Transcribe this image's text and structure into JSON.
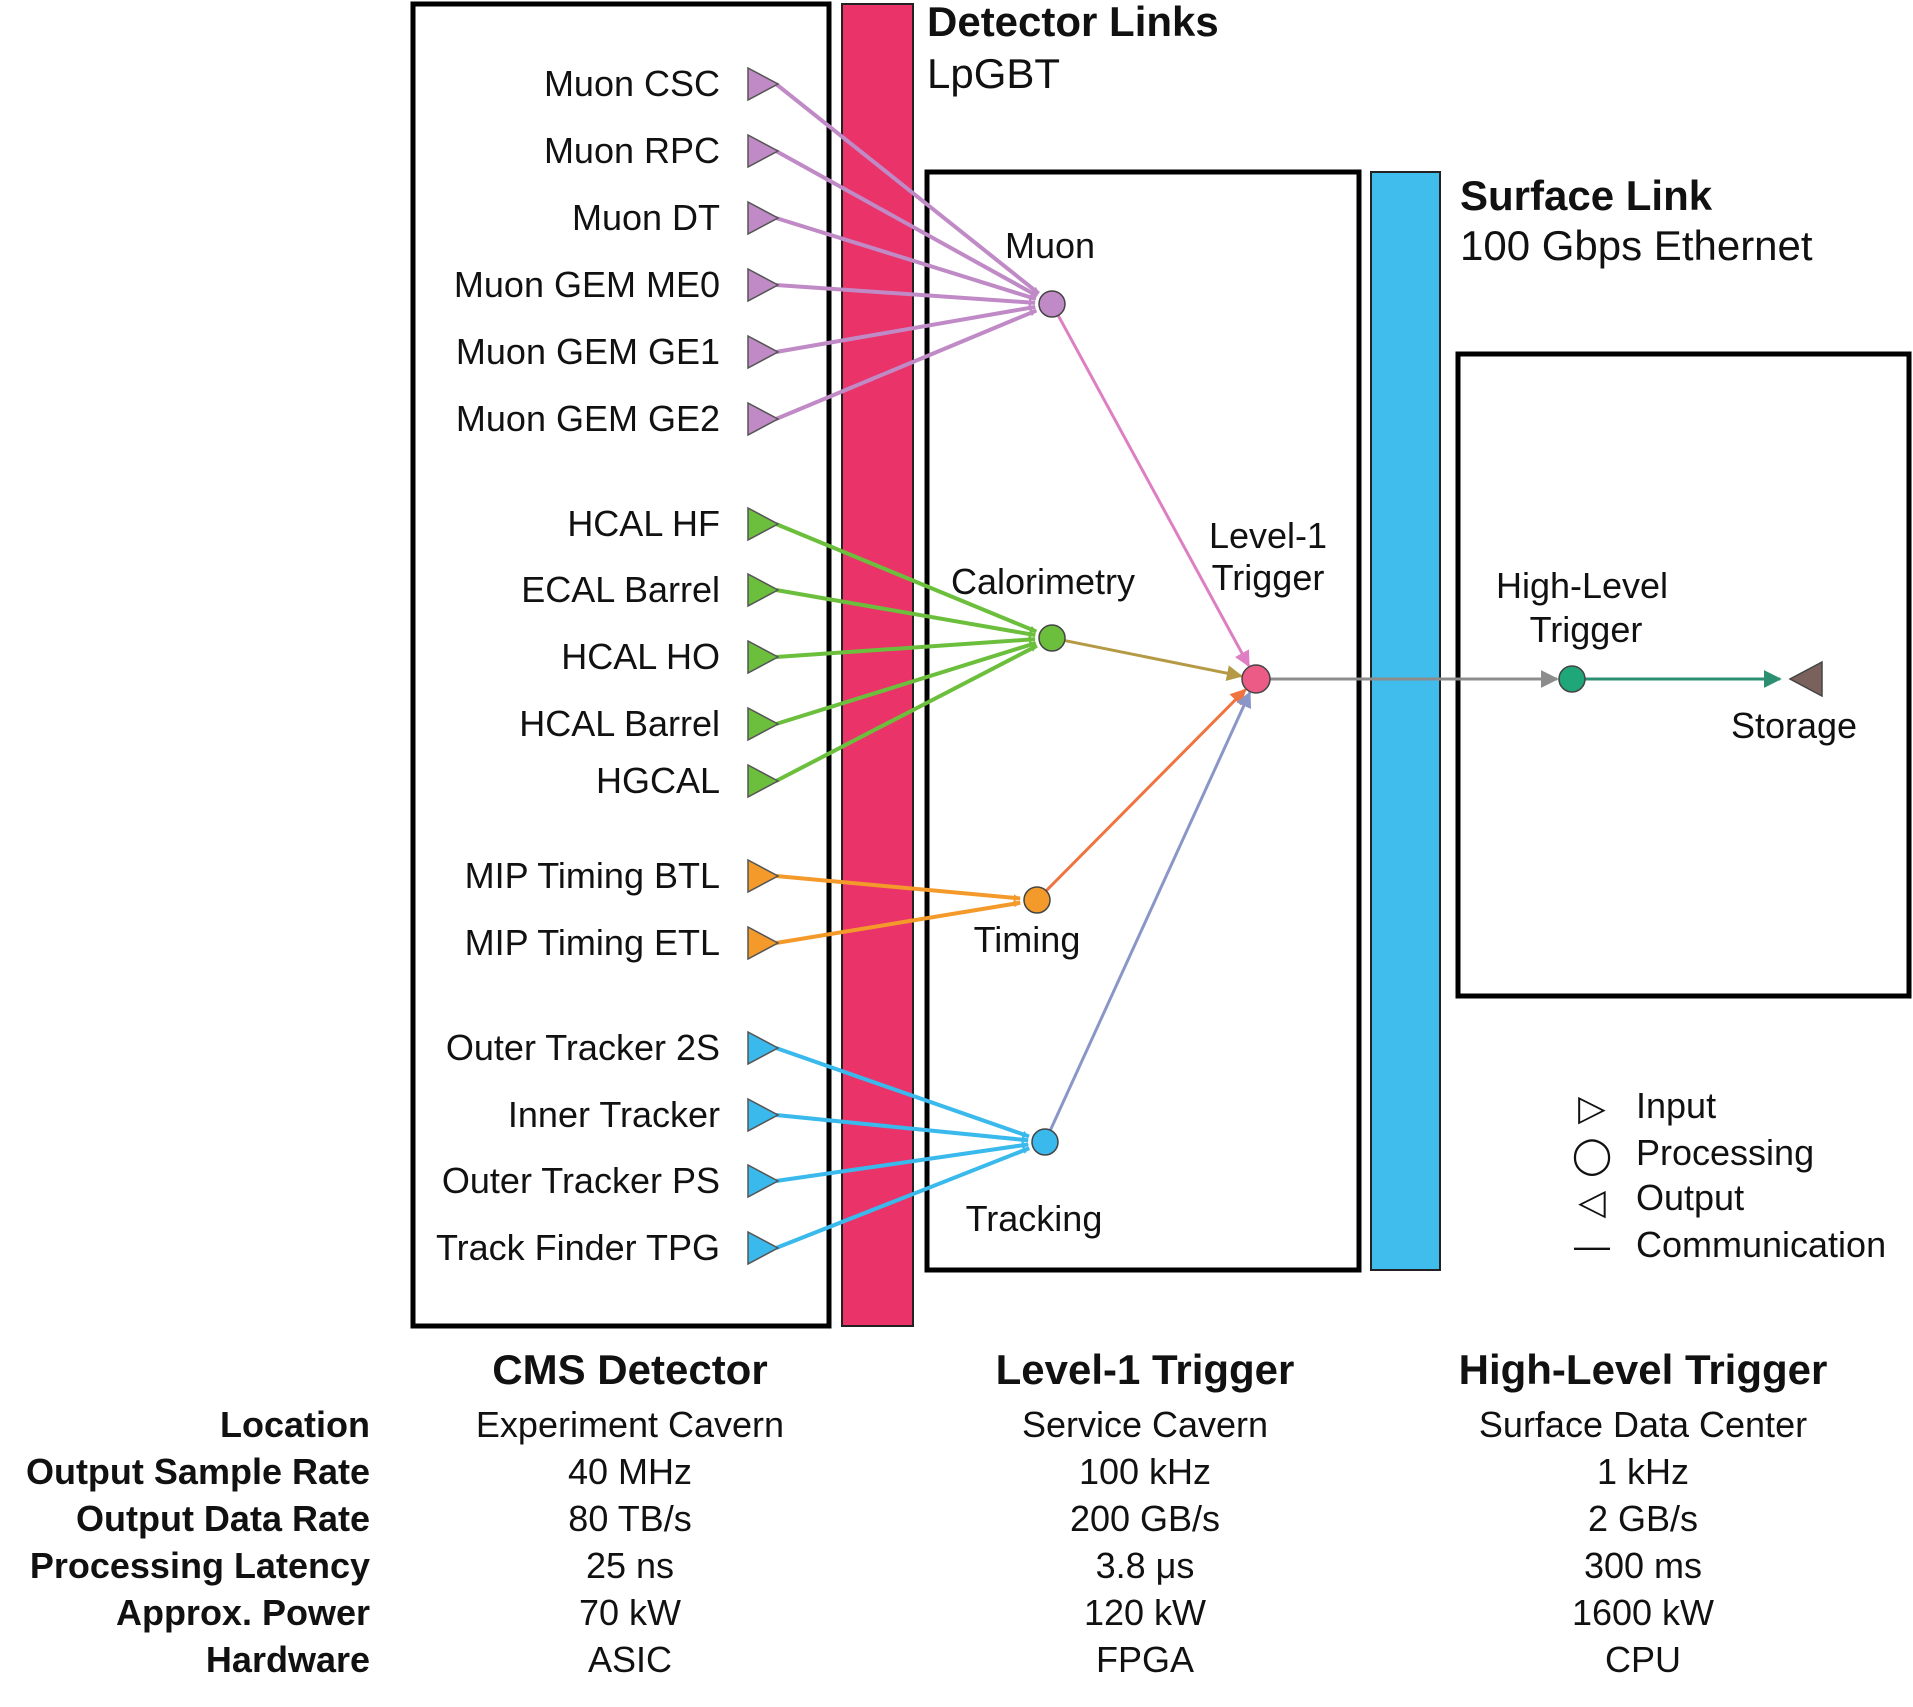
{
  "detector_links": {
    "title": "Detector Links",
    "subtitle": "LpGBT"
  },
  "surface_link": {
    "title": "Surface Link",
    "subtitle": "100 Gbps Ethernet"
  },
  "groups": [
    {
      "id": "muon",
      "label": "Muon",
      "color": "#c08ac6",
      "edge_color": "#dd7fc2",
      "inputs": [
        "Muon CSC",
        "Muon RPC",
        "Muon DT",
        "Muon GEM ME0",
        "Muon GEM GE1",
        "Muon GEM GE2"
      ]
    },
    {
      "id": "calorimetry",
      "label": "Calorimetry",
      "color": "#6cbf3c",
      "edge_color": "#b59a45",
      "inputs": [
        "HCAL HF",
        "ECAL Barrel",
        "HCAL HO",
        "HCAL Barrel",
        "HGCAL"
      ]
    },
    {
      "id": "timing",
      "label": "Timing",
      "color": "#f39a2a",
      "edge_color": "#ef7440",
      "inputs": [
        "MIP Timing BTL",
        "MIP Timing ETL"
      ]
    },
    {
      "id": "tracking",
      "label": "Tracking",
      "color": "#39b9ec",
      "edge_color": "#8a96c8",
      "inputs": [
        "Outer Tracker 2S",
        "Inner Tracker",
        "Outer Tracker PS",
        "Track Finder TPG"
      ]
    }
  ],
  "level1_node": {
    "label_line1": "Level-1",
    "label_line2": "Trigger",
    "color": "#ec5a86"
  },
  "hlt_node": {
    "label_line1": "High-Level",
    "label_line2": "Trigger",
    "color": "#1fa77a"
  },
  "storage": {
    "label": "Storage",
    "color": "#7a615c"
  },
  "colors": {
    "detector_link_bar": "#ea3368",
    "surface_link_bar": "#40bdec",
    "l1_to_hlt": "#8c8c8c",
    "hlt_to_storage": "#2d8f72"
  },
  "legend": [
    {
      "symbol": "▷",
      "label": "Input"
    },
    {
      "symbol": "◯",
      "label": "Processing"
    },
    {
      "symbol": "◁",
      "label": "Output"
    },
    {
      "symbol": "—",
      "label": "Communication"
    }
  ],
  "table": {
    "columns": [
      "CMS Detector",
      "Level-1 Trigger",
      "High-Level Trigger"
    ],
    "rows": [
      {
        "label": "Location",
        "values": [
          "Experiment Cavern",
          "Service Cavern",
          "Surface Data Center"
        ]
      },
      {
        "label": "Output Sample Rate",
        "values": [
          "40 MHz",
          "100 kHz",
          "1 kHz"
        ]
      },
      {
        "label": "Output Data Rate",
        "values": [
          "80 TB/s",
          "200 GB/s",
          "2 GB/s"
        ]
      },
      {
        "label": "Processing Latency",
        "values": [
          "25 ns",
          "3.8 μs",
          "300 ms"
        ]
      },
      {
        "label": "Approx. Power",
        "values": [
          "70 kW",
          "120 kW",
          "1600 kW"
        ]
      },
      {
        "label": "Hardware",
        "values": [
          "ASIC",
          "FPGA",
          "CPU"
        ]
      }
    ]
  }
}
